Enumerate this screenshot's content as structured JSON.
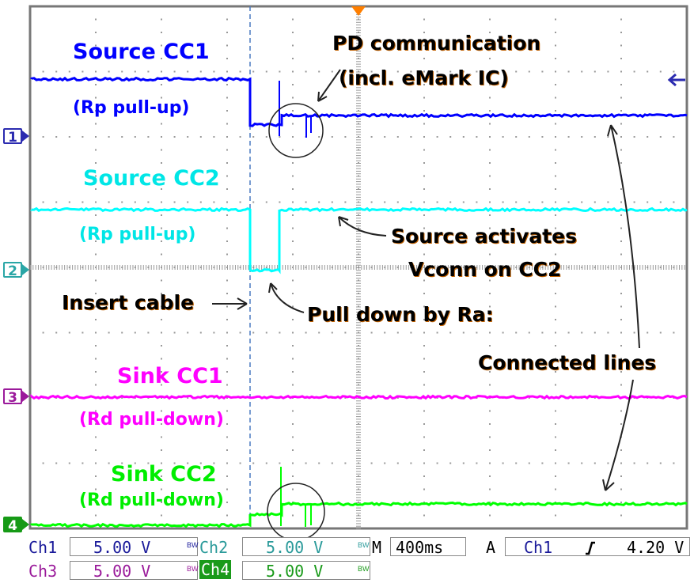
{
  "screen": {
    "trigger_marker_color": "#ff7f00",
    "grid": {
      "h_divisions": 10,
      "v_divisions": 8
    }
  },
  "channels": [
    {
      "id": "1",
      "marker_label": "1",
      "color": "#0000ff",
      "marker_color": "#2b2bb0",
      "title": "Source CC1",
      "subtitle": "(Rp pull-up)",
      "scale": "5.00 V",
      "label": "Ch1"
    },
    {
      "id": "2",
      "marker_label": "2",
      "color": "#00ffff",
      "marker_color": "#2aa6a6",
      "title": "Source CC2",
      "subtitle": "(Rp pull-up)",
      "scale": "5.00 V",
      "label": "Ch2"
    },
    {
      "id": "3",
      "marker_label": "3",
      "color": "#ff00ff",
      "marker_color": "#9b1a9b",
      "title": "Sink CC1",
      "subtitle": "(Rd pull-down)",
      "scale": "5.00 V",
      "label": "Ch3"
    },
    {
      "id": "4",
      "marker_label": "4",
      "color": "#00ff00",
      "marker_color": "#169a16",
      "title": "Sink CC2",
      "subtitle": "(Rd pull-down)",
      "scale": "5.00 V",
      "label": "Ch4"
    }
  ],
  "annotations": {
    "pd_comm_line1": "PD communication",
    "pd_comm_line2": "(incl. eMark IC)",
    "vconn_line1": "Source activates",
    "vconn_line2": "Vconn on CC2",
    "insert_cable": "Insert cable",
    "pull_down": "Pull down by Ra:",
    "connected": "Connected lines"
  },
  "status_bar": {
    "ch1_label": "Ch1",
    "ch1_scale": "5.00 V",
    "ch2_label": "Ch2",
    "ch2_scale": "5.00 V",
    "ch3_label": "Ch3",
    "ch3_scale": "5.00 V",
    "ch4_label": "Ch4",
    "ch4_scale": "5.00 V",
    "bw_mark": "BW",
    "timebase_prefix": "M",
    "timebase": "400ms",
    "trigger_mode": "A",
    "trigger_source": "Ch1",
    "trigger_slope_icon": "rising-edge",
    "trigger_level": "4.20 V"
  }
}
